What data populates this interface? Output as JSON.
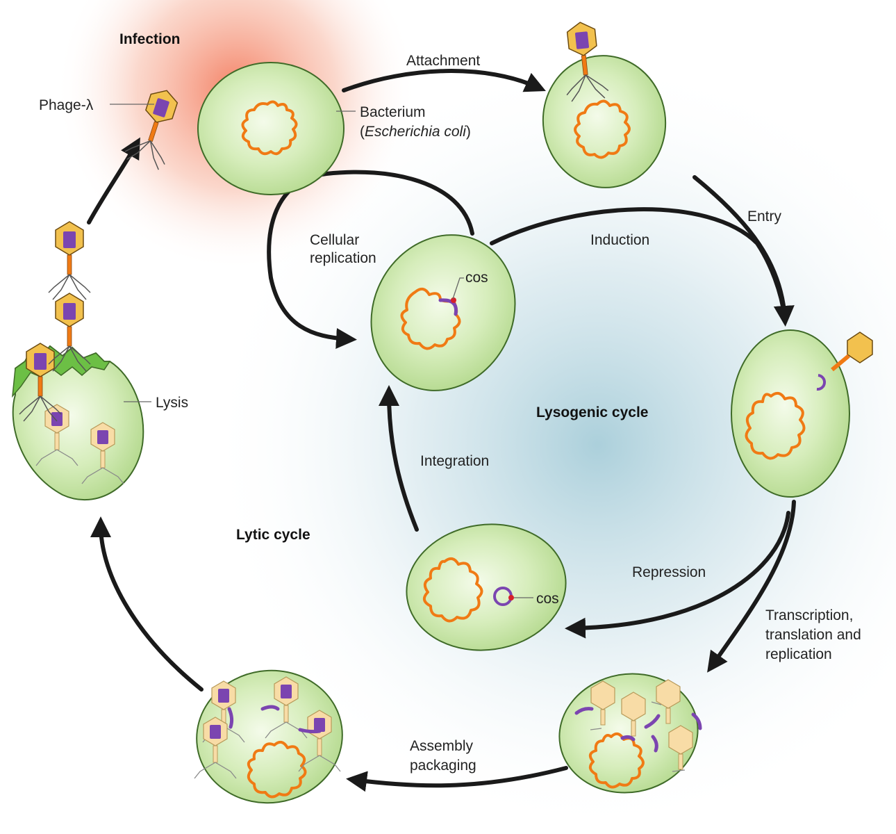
{
  "labels": {
    "infection": "Infection",
    "phage": "Phage-λ",
    "attachment": "Attachment",
    "bacterium": "Bacterium",
    "bacterium_species": "Escherichia coli",
    "entry": "Entry",
    "induction": "Induction",
    "cellular_replication_1": "Cellular",
    "cellular_replication_2": "replication",
    "cos_top": "cos",
    "cos_bottom": "cos",
    "lysis": "Lysis",
    "lysogenic_cycle": "Lysogenic cycle",
    "lytic_cycle": "Lytic cycle",
    "integration": "Integration",
    "repression": "Repression",
    "transcription_1": "Transcription,",
    "transcription_2": "translation and",
    "transcription_3": "replication",
    "assembly_1": "Assembly",
    "assembly_2": "packaging"
  },
  "colors": {
    "cell_fill": "#c8e6a6",
    "cell_outline": "#3f6b28",
    "bacterial_chromosome": "#f07a14",
    "phage_dna": "#7b45b0",
    "phage_head": "#f2c14e",
    "cos_site": "#d6202a",
    "infection_glow": "#f26b4a",
    "cycle_background": "#cfe3ea",
    "arrow": "#1a1a1a"
  }
}
